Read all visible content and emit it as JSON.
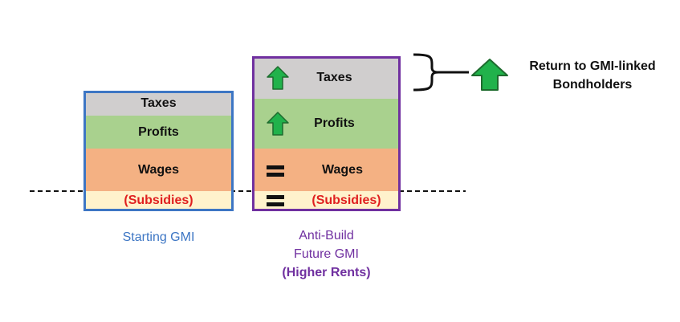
{
  "colors": {
    "taxes": "#d0cece",
    "profits": "#a9d18e",
    "wages": "#f4b183",
    "subsidies": "#fff2cc",
    "subsidies_text": "#e02020",
    "starting_border": "#3d76c4",
    "future_border": "#7030a0",
    "arrow_fill": "#21b24b",
    "arrow_stroke": "#1e6b2e"
  },
  "starting_stack": {
    "taxes": "Taxes",
    "profits": "Profits",
    "wages": "Wages",
    "subsidies": "(Subsidies)",
    "caption": "Starting GMI"
  },
  "future_stack": {
    "taxes": "Taxes",
    "profits": "Profits",
    "wages": "Wages",
    "subsidies": "(Subsidies)",
    "caption_line1": "Anti-Build",
    "caption_line2": "Future GMI",
    "caption_line3": "(Higher Rents)",
    "icons": {
      "taxes": "up-arrow-icon",
      "profits": "up-arrow-icon",
      "wages": "equals-icon",
      "subsidies": "equals-icon"
    }
  },
  "bracket_note": {
    "icon": "up-arrow-icon",
    "line1": "Return to GMI-linked",
    "line2": "Bondholders"
  }
}
